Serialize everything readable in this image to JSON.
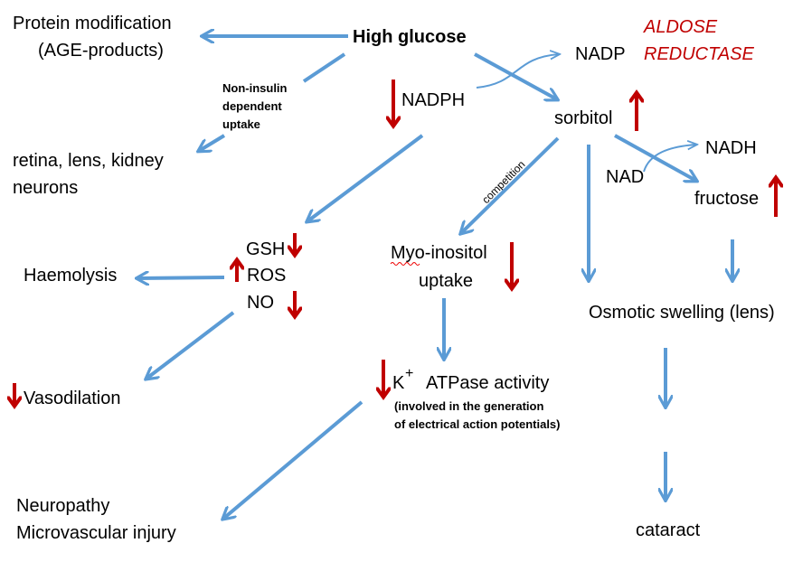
{
  "nodes": {
    "protein_mod": "Protein modification",
    "age_products": "(AGE-products)",
    "high_glucose": "High glucose",
    "aldose": "ALDOSE",
    "reductase": "REDUCTASE",
    "nadp": "NADP",
    "non_insulin_1": "Non-insulin",
    "non_insulin_2": "dependent",
    "non_insulin_3": "uptake",
    "nadph": "NADPH",
    "sorbitol": "sorbitol",
    "retina": "retina, lens, kidney",
    "neurons": "neurons",
    "nadh": "NADH",
    "nad": "NAD",
    "fructose": "fructose",
    "competition": "competition",
    "gsh": "GSH",
    "ros": "ROS",
    "no": "NO",
    "haemolysis": "Haemolysis",
    "myo": "Myo-inositol",
    "uptake": "uptake",
    "osmotic": "Osmotic swelling (lens)",
    "vasodilation": "Vasodilation",
    "k": "K",
    "k_sup": "+",
    "atpase": "ATPase activity",
    "involved_1": "(involved in the generation",
    "involved_2": "of electrical action potentials)",
    "neuropathy": "Neuropathy",
    "microvascular": "Microvascular injury",
    "cataract": "cataract"
  },
  "colors": {
    "arrow": "#5b9bd5",
    "indicator": "#c00000"
  }
}
